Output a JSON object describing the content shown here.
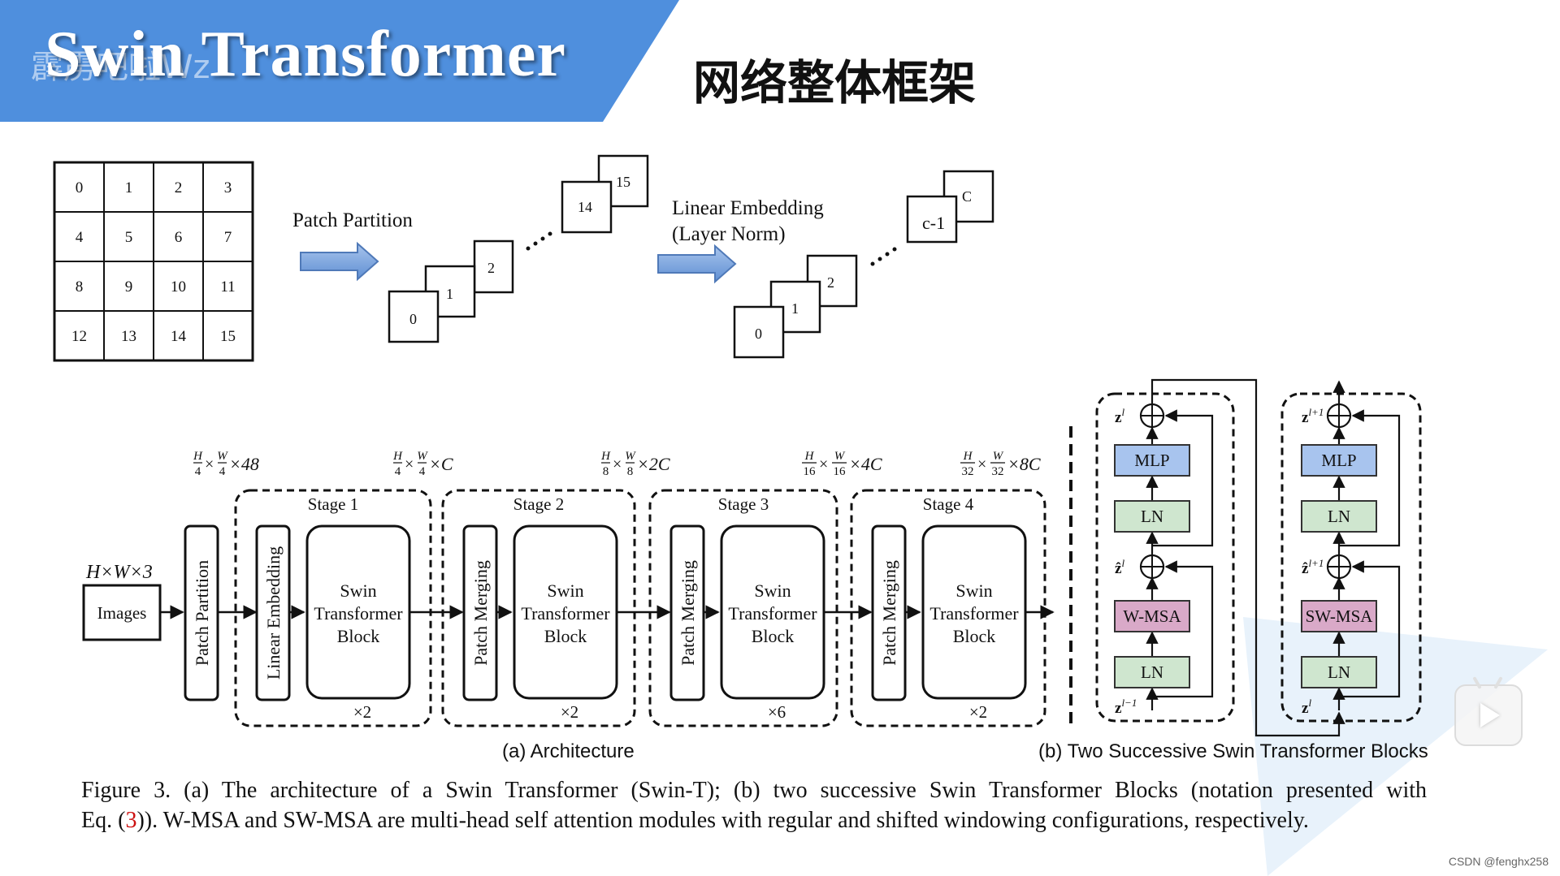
{
  "header": {
    "title": "Swin Transformer",
    "watermark": "霹雳吧啦Wz",
    "subtitle": "网络整体框架",
    "banner_color": "#4f8fdd"
  },
  "patch_grid": {
    "cells": [
      "0",
      "1",
      "2",
      "3",
      "4",
      "5",
      "6",
      "7",
      "8",
      "9",
      "10",
      "11",
      "12",
      "13",
      "14",
      "15"
    ]
  },
  "patch_partition": {
    "label": "Patch Partition",
    "stack_labels": [
      "0",
      "1",
      "2"
    ],
    "ellipsis": "⋰",
    "top_labels": [
      "14",
      "15"
    ]
  },
  "linear_embedding": {
    "label_line1": "Linear Embedding",
    "label_line2": "(Layer Norm)",
    "stack_labels": [
      "0",
      "1",
      "2"
    ],
    "top_labels": [
      "c-1",
      "C"
    ]
  },
  "architecture": {
    "input_dim": "H×W×3",
    "input_label": "Images",
    "patch_partition_label": "Patch Partition",
    "dims": [
      "H/4×W/4×48",
      "H/4×W/4×C",
      "H/8×W/8×2C",
      "H/16×W/16×4C",
      "H/32×W/32×8C"
    ],
    "dim_parts": [
      {
        "hn": "H",
        "hd": "4",
        "wn": "W",
        "wd": "4",
        "tail": "×48"
      },
      {
        "hn": "H",
        "hd": "4",
        "wn": "W",
        "wd": "4",
        "tail": "×C"
      },
      {
        "hn": "H",
        "hd": "8",
        "wn": "W",
        "wd": "8",
        "tail": "×2C"
      },
      {
        "hn": "H",
        "hd": "16",
        "wn": "W",
        "wd": "16",
        "tail": "×4C"
      },
      {
        "hn": "H",
        "hd": "32",
        "wn": "W",
        "wd": "32",
        "tail": "×8C"
      }
    ],
    "stages": [
      {
        "name": "Stage 1",
        "first": "Linear Embedding",
        "block": [
          "Swin",
          "Transformer",
          "Block"
        ],
        "repeat": "×2"
      },
      {
        "name": "Stage 2",
        "first": "Patch Merging",
        "block": [
          "Swin",
          "Transformer",
          "Block"
        ],
        "repeat": "×2"
      },
      {
        "name": "Stage 3",
        "first": "Patch Merging",
        "block": [
          "Swin",
          "Transformer",
          "Block"
        ],
        "repeat": "×6"
      },
      {
        "name": "Stage 4",
        "first": "Patch Merging",
        "block": [
          "Swin",
          "Transformer",
          "Block"
        ],
        "repeat": "×2"
      }
    ],
    "caption": "(a) Architecture"
  },
  "blocks": {
    "left": {
      "mlp": "MLP",
      "ln_top": "LN",
      "attn": "W-MSA",
      "ln_bottom": "LN",
      "z_top": "z",
      "z_top_sup": "l",
      "z_mid": "ẑ",
      "z_mid_sup": "l",
      "z_in": "z",
      "z_in_sup": "l−1"
    },
    "right": {
      "mlp": "MLP",
      "ln_top": "LN",
      "attn": "SW-MSA",
      "ln_bottom": "LN",
      "z_top": "z",
      "z_top_sup": "l+1",
      "z_mid": "ẑ",
      "z_mid_sup": "l+1",
      "z_in": "z",
      "z_in_sup": "l"
    },
    "caption": "(b) Two Successive Swin Transformer Blocks",
    "colors": {
      "mlp": "#a8c4ee",
      "ln": "#cfe6cf",
      "wmsa": "#d9a9c8"
    }
  },
  "figure_caption": {
    "line1": "Figure 3. (a) The architecture of a Swin Transformer (Swin-T); (b) two successive Swin Transformer Blocks (notation presented with",
    "line2_pre": "Eq. (",
    "line2_ref": "3",
    "line2_post": ")). W-MSA and SW-MSA are multi-head self attention modules with regular and shifted windowing configurations, respectively."
  },
  "credit": "CSDN @fenghx258"
}
